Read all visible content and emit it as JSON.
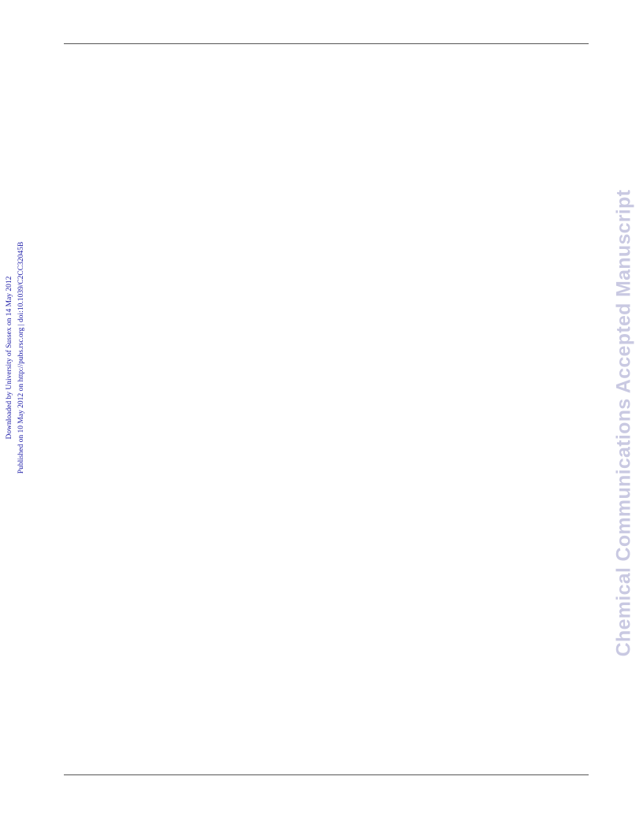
{
  "sidebar_note": {
    "line1": "Downloaded by University of Sussex on 14 May 2012",
    "line2": "Published on 10 May 2012 on http://pubs.rsc.org | doi:10.1039/C2CC32045B"
  },
  "watermark": {
    "text": "Chemical Communications Accepted Manuscript",
    "color": "#c9c9e2"
  },
  "colors": {
    "note_text": "#1a1aa6",
    "rule": "#555555"
  }
}
